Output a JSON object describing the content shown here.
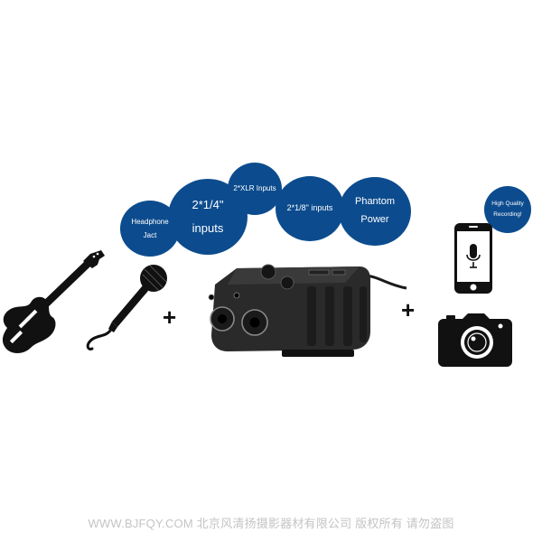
{
  "colors": {
    "bubble_fill": "#0c4c8e",
    "bubble_text": "#ffffff",
    "icon_dark": "#111111",
    "device_body": "#2a2a2a",
    "watermark": "#c4c4c4"
  },
  "bubbles": {
    "headphone": {
      "line1": "Headphone",
      "line2": "Jact"
    },
    "quarter_inch": {
      "line1": "2*1/4\"",
      "line2": "inputs"
    },
    "xlr": {
      "line1": "2*XLR Inputs"
    },
    "eighth_inch": {
      "line1": "2*1/8\" inputs"
    },
    "phantom": {
      "line1": "Phantom",
      "line2": "Power"
    },
    "quality": {
      "line1": "High Quality",
      "line2": "Recording!"
    }
  },
  "plus_signs": {
    "left": "+",
    "right": "+"
  },
  "icons": {
    "guitar": "electric-guitar-icon",
    "microphone": "handheld-microphone-icon",
    "device": "audio-adapter-device",
    "phone": "smartphone-microphone-icon",
    "camera": "camera-icon"
  },
  "watermark": "WWW.BJFQY.COM 北京风清扬摄影器材有限公司 版权所有 请勿盗图"
}
